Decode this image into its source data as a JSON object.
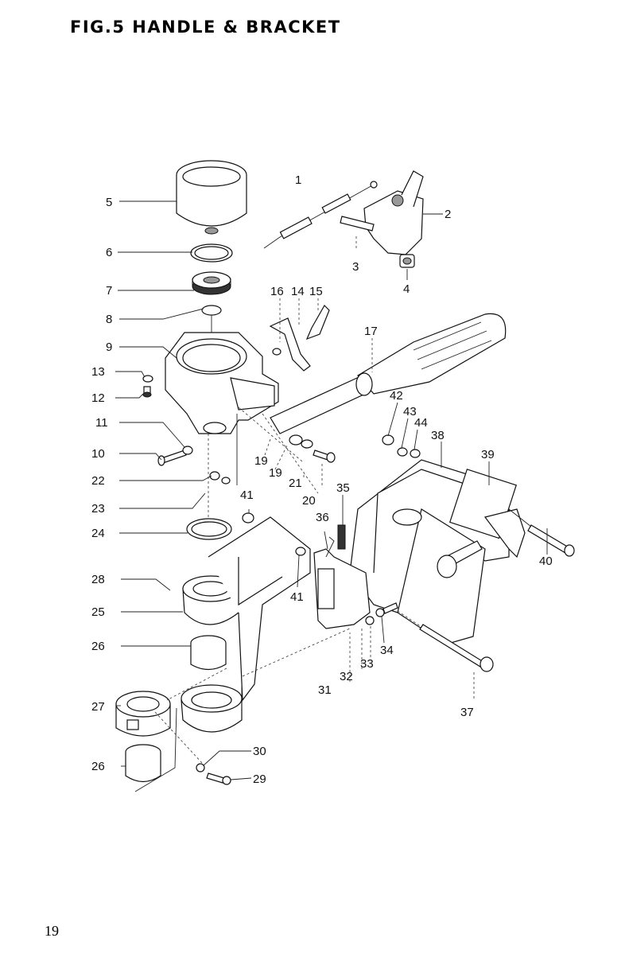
{
  "header": {
    "title": "FIG.5 HANDLE & BRACKET"
  },
  "footer": {
    "page_number": "19"
  },
  "callouts": [
    "1",
    "2",
    "3",
    "4",
    "5",
    "6",
    "7",
    "8",
    "9",
    "10",
    "11",
    "12",
    "13",
    "14",
    "15",
    "16",
    "17",
    "19",
    "19",
    "20",
    "21",
    "22",
    "23",
    "24",
    "25",
    "26",
    "26",
    "27",
    "28",
    "29",
    "30",
    "31",
    "32",
    "33",
    "34",
    "35",
    "36",
    "37",
    "38",
    "39",
    "40",
    "41",
    "41",
    "42",
    "43",
    "44"
  ]
}
